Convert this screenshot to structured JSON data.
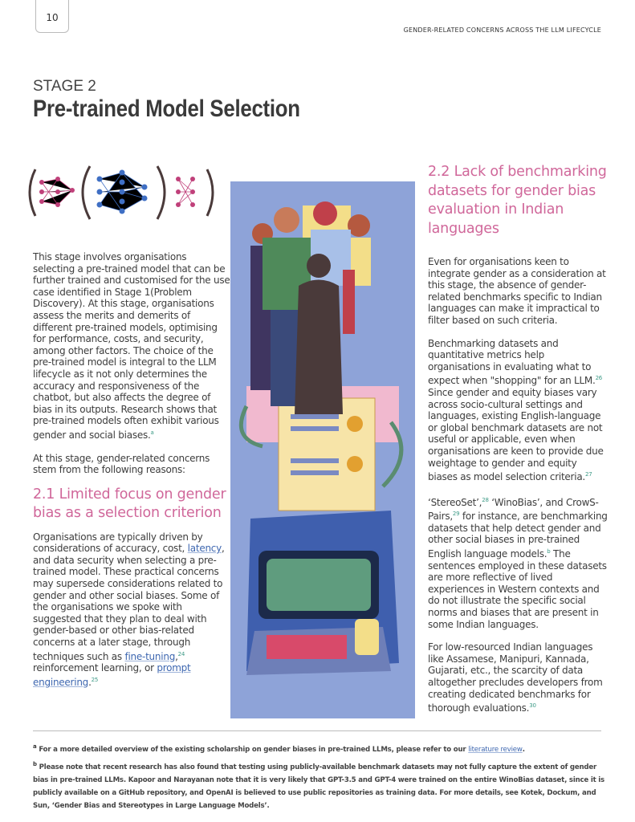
{
  "page_number": "10",
  "running_header": "GENDER-RELATED CONCERNS ACROSS THE LLM LIFECYCLE",
  "stage_label": "STAGE 2",
  "title": "Pre-trained Model Selection",
  "left": {
    "intro": "This stage involves organisations selecting a pre-trained model that can be further trained and customised for the use case identified in Stage 1(Problem Discovery). At this stage, organisations assess the merits and demerits of different pre-trained models, optimising for performance, costs, and security, among other factors. The choice of the pre-trained model is integral to the LLM lifecycle as it not only determines the accuracy and responsiveness of the chatbot, but also affects the degree of bias in its outputs. Research shows that pre-trained models often exhibit various gender and social biases.",
    "intro_note": "a",
    "reasons": "At this stage, gender-related concerns stem from the following reasons:",
    "heading": "2.1 Limited focus on gender bias as a selection criterion",
    "p1": "Organisations are typically driven by considerations of accuracy, cost,",
    "link_latency": "latency",
    "p2": ", and data security when selecting a pre-trained model. These practical concerns may supersede considerations related to gender and other social biases. Some of the organisations we spoke with suggested that they plan to deal with gender-based or other bias-related concerns at a later stage, through techniques such as",
    "link_finetuning": "fine-tuning",
    "ref24": "24",
    "p3": " reinforcement learning, or",
    "link_prompt": "prompt engineering",
    "ref25": "25"
  },
  "right": {
    "heading": "2.2 Lack of benchmarking datasets for gender bias evaluation in Indian languages",
    "para1": "Even for organisations keen to integrate gender as a consideration at this stage, the absence of gender-related benchmarks specific to Indian languages can make it impractical to filter based on such criteria.",
    "para2a": "Benchmarking datasets and quantitative metrics help organisations in evaluating what to expect when \"shopping\" for an LLM.",
    "ref26": "26",
    "para2b": " Since gender and equity biases vary across socio-cultural settings and languages, existing English-language or global benchmark datasets are not useful or applicable, even when organisations are keen to provide due weightage to gender and equity biases as model selection criteria.",
    "ref27": "27",
    "para3a": "‘StereoSet’,",
    "ref28": "28",
    "para3b": " ‘WinoBias’, and CrowS-Pairs,",
    "ref29": "29",
    "para3c": " for instance, are benchmarking datasets that help detect gender and other social biases in pre-trained English language models.",
    "note_b": "b",
    "para3d": " The sentences employed in these datasets are more reflective of lived experiences in Western contexts and do not illustrate the specific social norms and biases that are present in some Indian languages.",
    "para4": "For low-resourced Indian languages like Assamese, Manipuri, Kannada, Gujarati, etc., the scarcity of data altogether precludes developers from creating dedicated benchmarks for thorough evaluations.",
    "ref30": "30"
  },
  "footnotes": {
    "a_mark": "a",
    "a_text": "For a more detailed overview of the existing scholarship on gender biases in pre-trained LLMs, please refer to our",
    "a_link": "literature review",
    "b_mark": "b",
    "b_text": "Please note that recent research has also found that testing using publicly-available benchmark datasets may not fully capture the extent of gender bias in pre-trained LLMs. Kapoor and Narayanan note that it is very likely that GPT-3.5 and GPT-4 were trained on the entire WinoBias dataset, since it is publicly available on a GitHub repository, and OpenAI is believed to use public repositories as training data. For more details, see Kotek, Dockum, and Sun, ‘Gender Bias and Stereotypes in Large Language Models’."
  },
  "colors": {
    "accent": "#d0679a",
    "link": "#3e67b0",
    "illustration_bg": "#8ea3d8"
  }
}
